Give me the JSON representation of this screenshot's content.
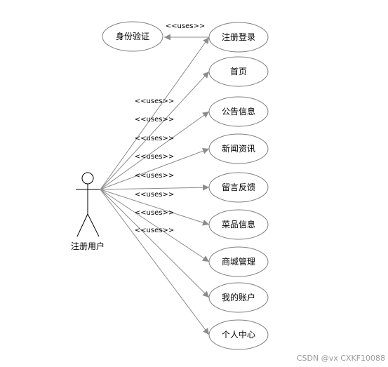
{
  "actor": {
    "label": "注册用户"
  },
  "auth": {
    "label": "身份验证",
    "stereotype": "<<uses>>"
  },
  "use_cases": [
    {
      "id": "login",
      "label": "注册登录",
      "stereotype": "<<uses>>"
    },
    {
      "id": "home",
      "label": "首页",
      "stereotype": "<<uses>>"
    },
    {
      "id": "notice",
      "label": "公告信息",
      "stereotype": "<<uses>>"
    },
    {
      "id": "news",
      "label": "新闻资讯",
      "stereotype": "<<uses>>"
    },
    {
      "id": "feedback",
      "label": "留言反馈",
      "stereotype": "<<uses>>"
    },
    {
      "id": "dishes",
      "label": "菜品信息",
      "stereotype": "<<uses>>"
    },
    {
      "id": "mall",
      "label": "商城管理",
      "stereotype": "<<uses>>"
    },
    {
      "id": "account",
      "label": "我的账户",
      "stereotype": "<<uses>>"
    },
    {
      "id": "personal",
      "label": "个人中心",
      "stereotype": ""
    }
  ],
  "watermark": "CSDN @vx  CXKF10088",
  "colors": {
    "line": "#8c8c8c",
    "ellipse_border": "#7f7f7f"
  }
}
